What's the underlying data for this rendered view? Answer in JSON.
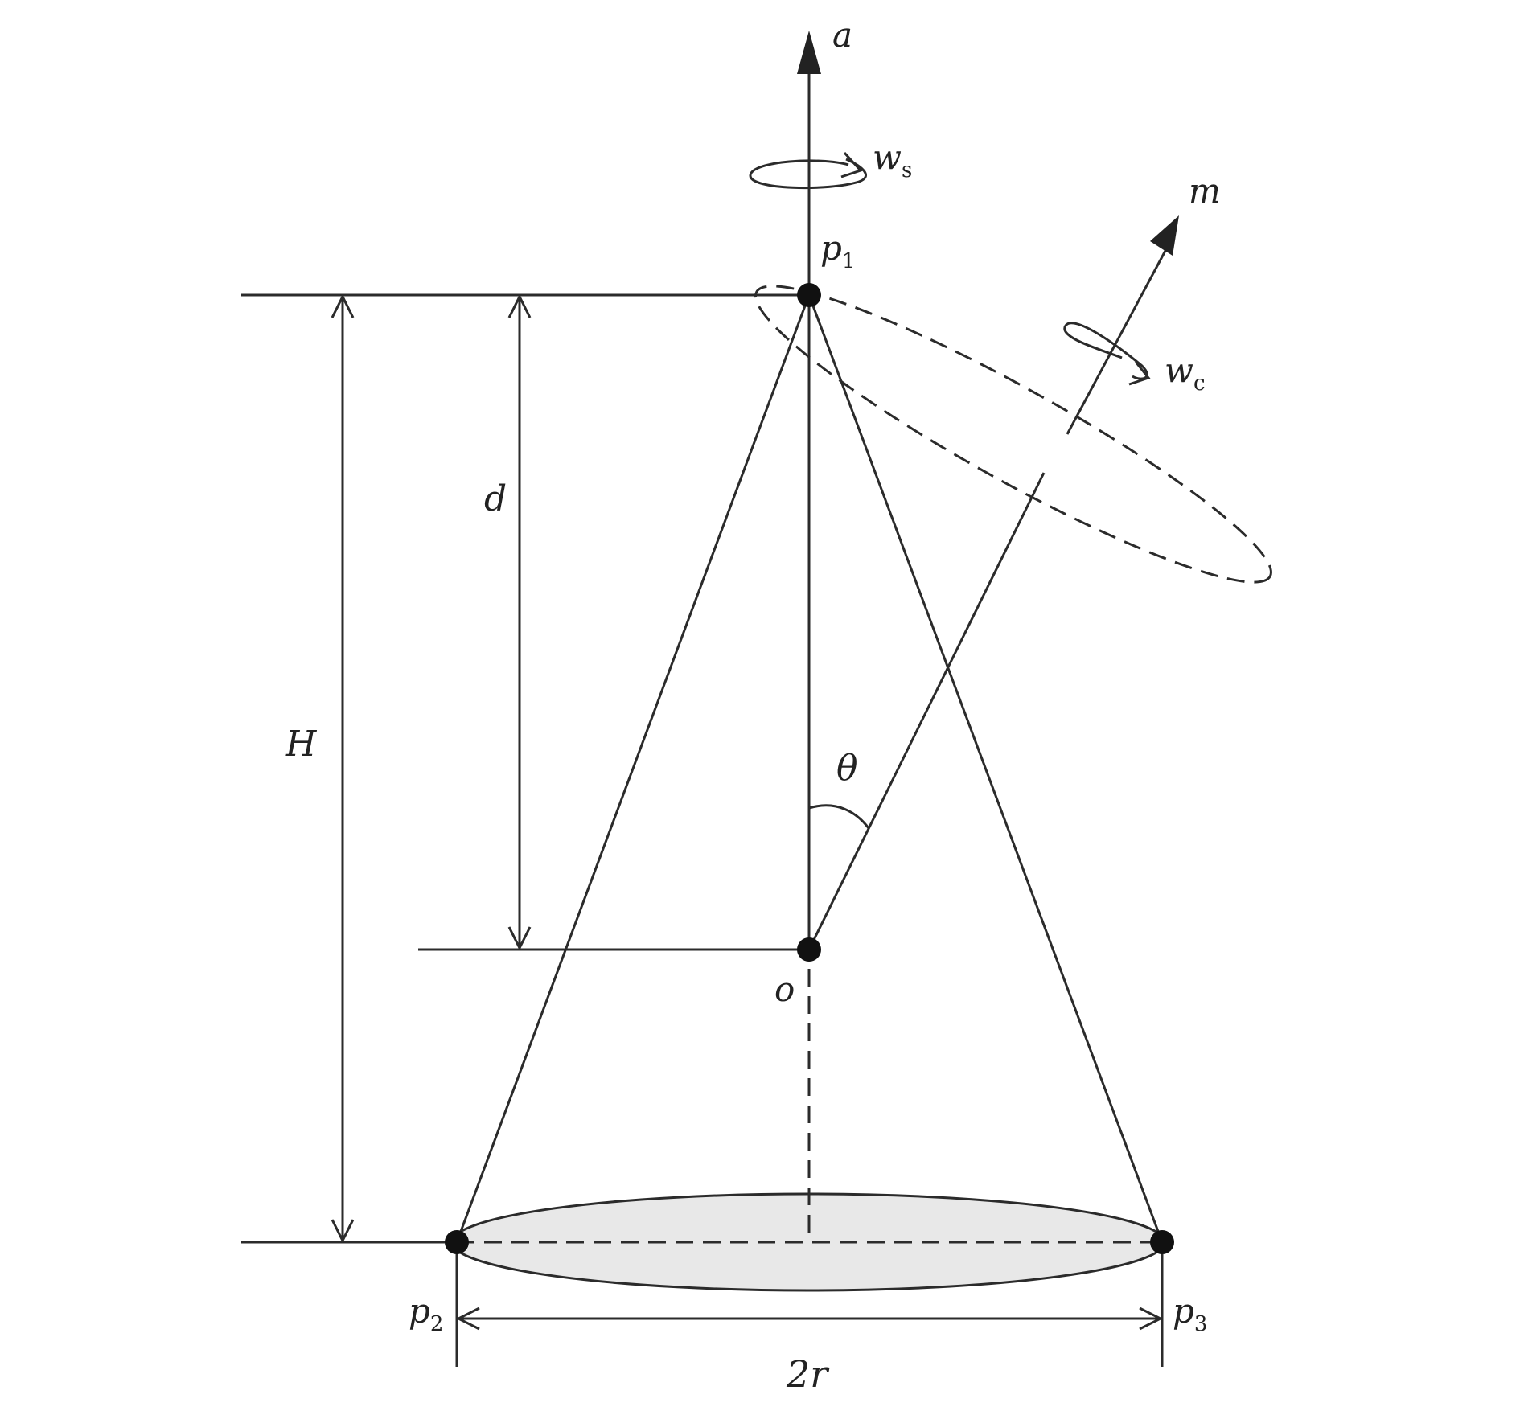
{
  "labels": {
    "axis_a": "a",
    "axis_m": "m",
    "omega_s_main": "w",
    "omega_s_sub": "s",
    "omega_c_main": "w",
    "omega_c_sub": "c",
    "p1_main": "p",
    "p1_sub": "1",
    "p2_main": "p",
    "p2_sub": "2",
    "p3_main": "p",
    "p3_sub": "3",
    "origin": "o",
    "dim_d": "d",
    "dim_H": "H",
    "angle_theta": "θ",
    "dim_2r": "2r"
  },
  "colors": {
    "stroke": "#2b2b2b",
    "base_fill": "#e8e8e8",
    "node_fill": "#111111"
  }
}
